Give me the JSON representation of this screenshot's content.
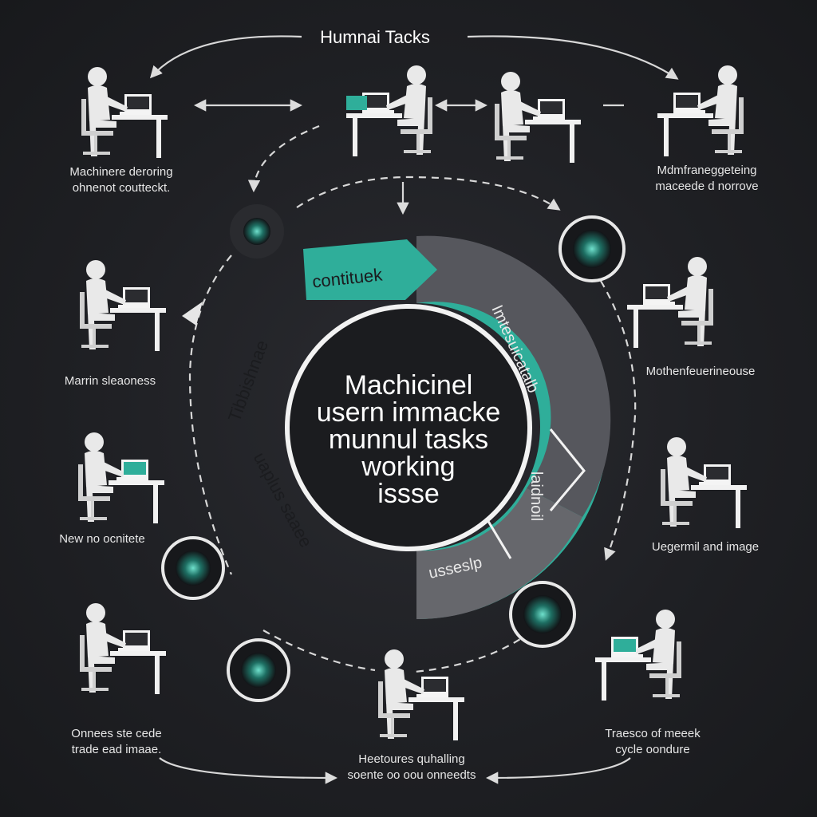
{
  "colors": {
    "background": "#1f2024",
    "teal": "#2fae9a",
    "gray_segment": "#56575d",
    "light_gray_segment": "#6a6b70",
    "center": "#1b1c1f",
    "ring_outline": "#f2f2f2"
  },
  "title": "Humnai Tacks",
  "center_text": [
    "Machicinel",
    "usern immacke",
    "munnul tasks",
    "working",
    "issse"
  ],
  "segments": {
    "top": "contituek",
    "left_outer": "Tibbishnae",
    "left_inner": "uaplus saaee",
    "right_upper": "Imtesuicatalb",
    "right_lower": "laidnoil",
    "bottom": "usseslp"
  },
  "figure_labels": {
    "top_left": [
      "Machinere deroring",
      "ohnenot coutteckt."
    ],
    "top_right": [
      "Mdmfraneggeteing",
      "maceede d norrove"
    ],
    "mid_left_1": [
      "Marrin sleaoness"
    ],
    "mid_right_1": [
      "Mothenfeuerineouse"
    ],
    "mid_left_2": [
      "New no ocnitete"
    ],
    "mid_right_2": [
      "Uegermil and image"
    ],
    "bottom_left": [
      "Onnees ste cede",
      "trade ead imaae."
    ],
    "bottom_center": [
      "Heetoures quhalling",
      "soente oo oou onneedts"
    ],
    "bottom_right": [
      "Traesco of meeek",
      "cycle oondure"
    ]
  },
  "icons": [
    "network-node-icon",
    "network-node-icon",
    "network-node-icon",
    "network-node-icon",
    "network-node-icon"
  ]
}
